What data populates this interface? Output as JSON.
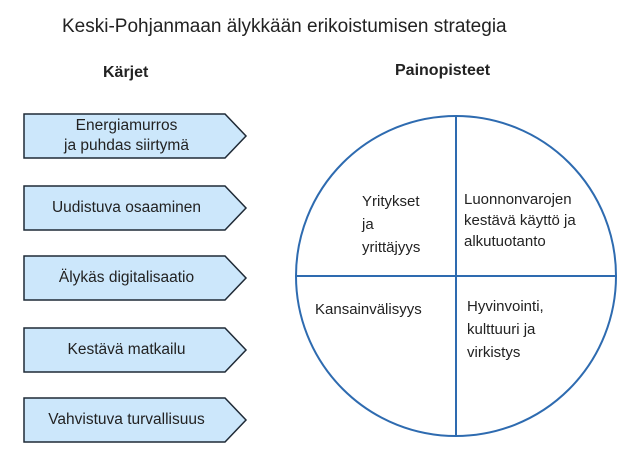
{
  "title": "Keski-Pohjanmaan älykkään erikoistumisen strategia",
  "karjet": {
    "heading": "Kärjet",
    "items": [
      {
        "lines": [
          "Energiamurros",
          "ja puhdas siirtymä"
        ]
      },
      {
        "lines": [
          "Uudistuva osaaminen"
        ]
      },
      {
        "lines": [
          "Älykäs digitalisaatio"
        ]
      },
      {
        "lines": [
          "Kestävä matkailu"
        ]
      },
      {
        "lines": [
          "Vahvistuva turvallisuus"
        ]
      }
    ]
  },
  "painopisteet": {
    "heading": "Painopisteet",
    "quadrants": [
      {
        "lines": [
          "Yritykset",
          "ja",
          "yrittäjyys"
        ]
      },
      {
        "lines": [
          "Luonnonvarojen",
          "kestävä käyttö ja",
          "alkutuotanto"
        ]
      },
      {
        "lines": [
          "Kansainvälisyys"
        ]
      },
      {
        "lines": [
          "Hyvinvointi,",
          "kulttuuri ja",
          "virkistys"
        ]
      }
    ]
  },
  "colors": {
    "arrow_fill": "#cce7fb",
    "arrow_stroke": "#1f2a36",
    "circle_stroke": "#2e6bb0"
  }
}
